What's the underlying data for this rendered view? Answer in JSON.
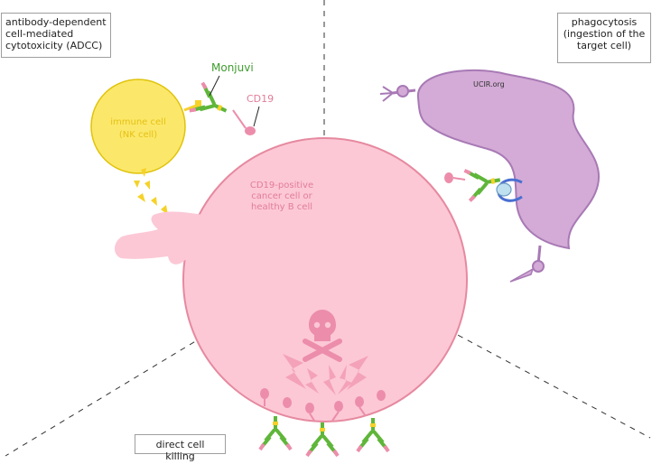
{
  "labels": {
    "adcc_line1": "antibody-dependent",
    "adcc_line2": "cell-mediated",
    "adcc_line3": "cytotoxicity (ADCC)",
    "phago_line1": "phagocytosis",
    "phago_line2": "(ingestion of the",
    "phago_line3": "target cell)",
    "direct": "direct cell killing",
    "antibody": "Monjuvi",
    "antigen": "CD19",
    "nk_line1": "immune cell",
    "nk_line2": "(NK cell)",
    "target_line1": "CD19-positive",
    "target_line2": "cancer cell or",
    "target_line3": "healthy B cell",
    "watermark": "UCIR.org"
  },
  "colors": {
    "target_cell": "#fcc8d6",
    "target_outline": "#e6899f",
    "nk_cell": "#fbe86a",
    "nk_outline": "#e0c30b",
    "macrophage": "#d3abd6",
    "macrophage_outline": "#a879b5",
    "antibody_green": "#5fb63a",
    "antibody_pink": "#ec8dab",
    "antibody_yellow": "#f5d229",
    "label_green": "#3f9c2f",
    "label_pink": "#e27d99",
    "label_yellow": "#e6c016"
  },
  "icons": [
    "skull-crossbones-icon",
    "lightning-icon"
  ]
}
